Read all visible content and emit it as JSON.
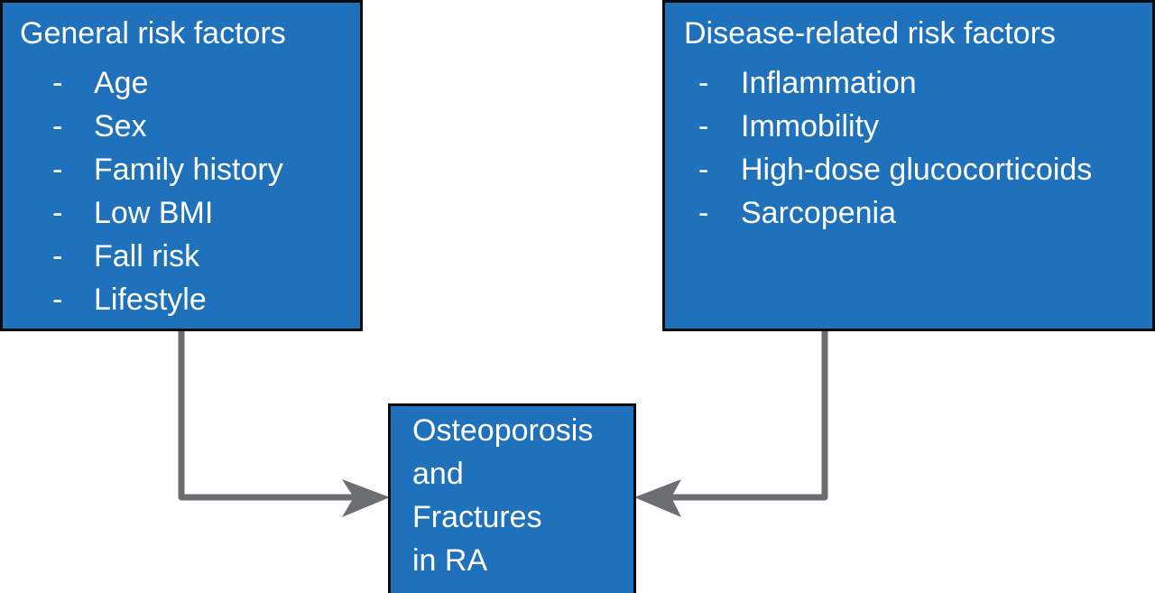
{
  "left_box": {
    "title": "General risk factors",
    "bullet": "-",
    "items": [
      "Age",
      "Sex",
      "Family history",
      "Low BMI",
      "Fall risk",
      "Lifestyle"
    ]
  },
  "right_box": {
    "title": "Disease-related risk factors",
    "bullet": "-",
    "items": [
      "Inflammation",
      "Immobility",
      "High-dose glucocorticoids",
      "Sarcopenia"
    ]
  },
  "center_box": {
    "lines": [
      "Osteoporosis",
      "and",
      "Fractures",
      "in RA"
    ]
  },
  "colors": {
    "box_fill": "#1f71bb",
    "box_border": "#0a0a0a",
    "arrow": "#6d6e71",
    "text": "#ffffff"
  }
}
